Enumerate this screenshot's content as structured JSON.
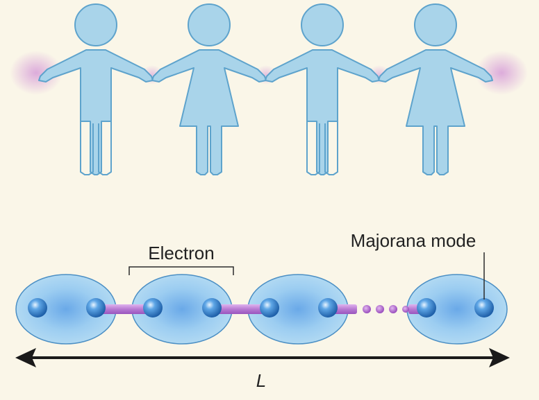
{
  "labels": {
    "electron": "Electron",
    "majorana": "Majorana mode",
    "length": "L"
  },
  "figures": [
    {
      "kind": "boy"
    },
    {
      "kind": "girl"
    },
    {
      "kind": "boy"
    },
    {
      "kind": "girl"
    }
  ],
  "colors": {
    "background": "#faf6e8",
    "figure_fill": "#a9d4ea",
    "figure_stroke": "#5ea3cc",
    "glow": "#c46ed0",
    "ellipse_fill": "#a7d3f0",
    "ellipse_stroke": "#4b8fc4",
    "bond": "#b67bd1",
    "arrow": "#1a1a1a"
  }
}
